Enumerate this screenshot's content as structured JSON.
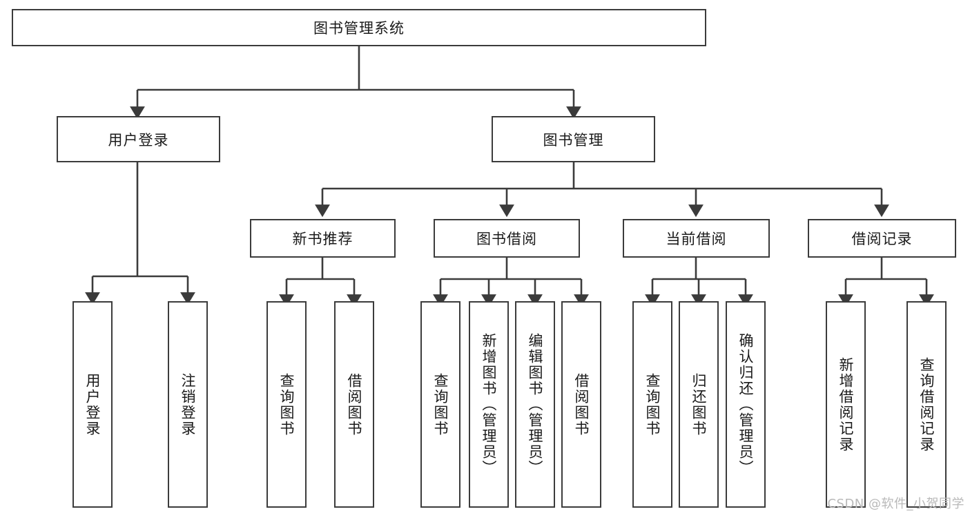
{
  "diagram": {
    "title": "图书管理系统",
    "type": "tree-hierarchy-chart",
    "orientation": "top-down",
    "colors": {
      "box_border": "#3b3b3b",
      "box_fill": "#ffffff",
      "edge": "#3b3b3b",
      "text": "#1a1a1a",
      "watermark": "#b9b9b9",
      "background": "#ffffff"
    }
  },
  "nodes": {
    "root": {
      "label": "图书管理系统"
    },
    "level2": [
      {
        "label": "用户登录"
      },
      {
        "label": "图书管理"
      }
    ],
    "level3": [
      {
        "label": "新书推荐"
      },
      {
        "label": "图书借阅"
      },
      {
        "label": "当前借阅"
      },
      {
        "label": "借阅记录"
      }
    ],
    "leaves": {
      "user_login": [
        {
          "label": "用户登录"
        },
        {
          "label": "注销登录"
        }
      ],
      "new_book_recommend": [
        {
          "label": "查询图书"
        },
        {
          "label": "借阅图书"
        }
      ],
      "book_borrow": [
        {
          "label": "查询图书"
        },
        {
          "label": "新增图书（管理员）"
        },
        {
          "label": "编辑图书（管理员）"
        },
        {
          "label": "借阅图书"
        }
      ],
      "current_borrow": [
        {
          "label": "查询图书"
        },
        {
          "label": "归还图书"
        },
        {
          "label": "确认归还（管理员）"
        }
      ],
      "borrow_records": [
        {
          "label": "新增借阅记录"
        },
        {
          "label": "查询借阅记录"
        }
      ]
    }
  },
  "watermark": {
    "text": "CSDN @软件_小贺同学"
  }
}
